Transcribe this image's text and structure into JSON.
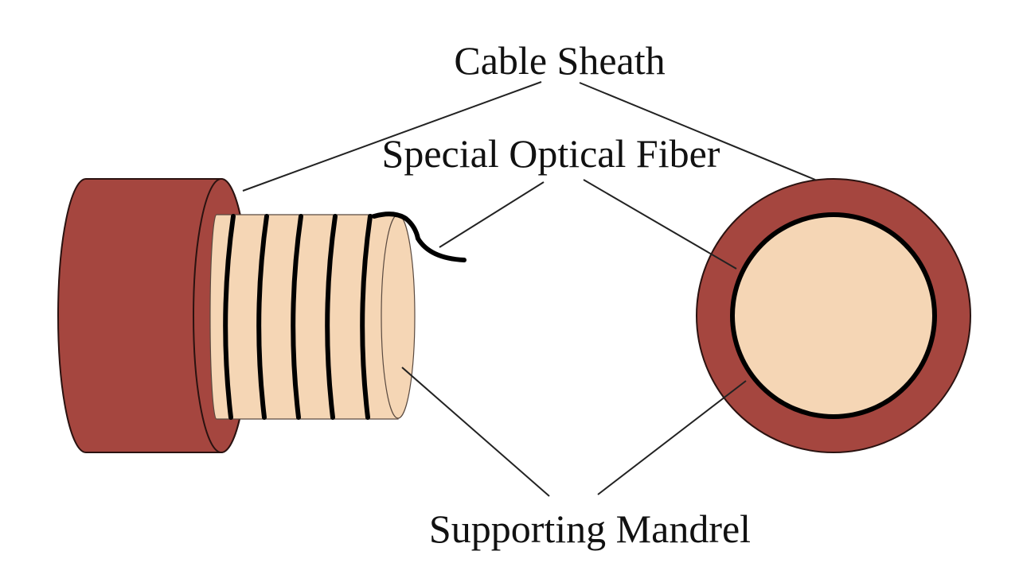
{
  "diagram": {
    "title": "",
    "labels": {
      "cable_sheath": "Cable Sheath",
      "special_optical_fiber": "Special Optical Fiber",
      "supporting_mandrel": "Supporting Mandrel"
    },
    "components": [
      {
        "id": "cable-sheath",
        "label": "Cable Sheath",
        "color": "#a5463f"
      },
      {
        "id": "special-optical-fiber",
        "label": "Special Optical Fiber",
        "color": "#000000"
      },
      {
        "id": "supporting-mandrel",
        "label": "Supporting Mandrel",
        "color": "#f5d6b5"
      }
    ],
    "views": [
      "side-perspective-view",
      "cross-section-view"
    ],
    "fiber_wraps_visible": 5
  }
}
